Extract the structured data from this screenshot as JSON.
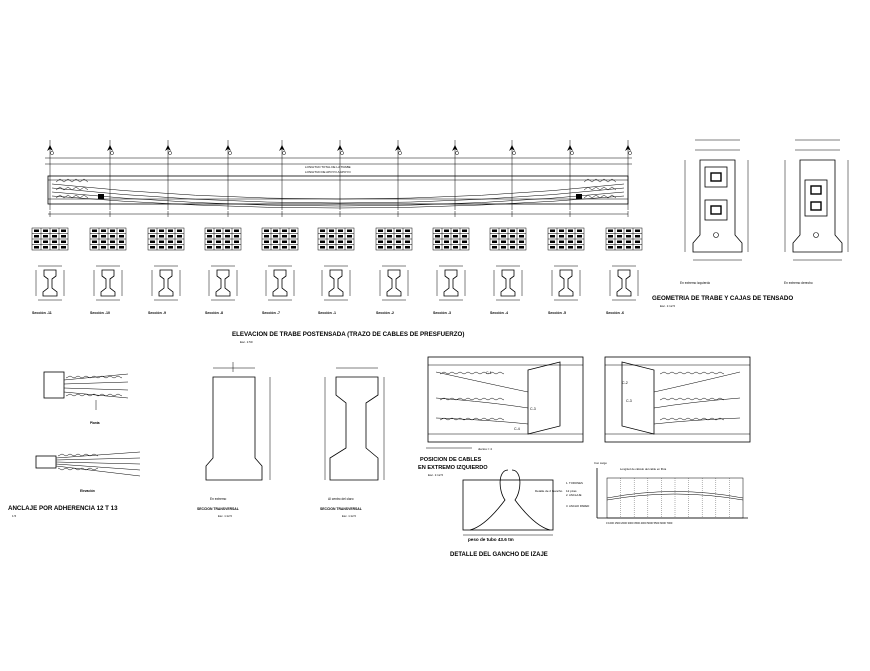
{
  "elevation": {
    "title": "ELEVACION DE TRABE POSTENSADA (TRAZO DE CABLES DE PRESFUERZO)",
    "scale": "Esc. 1:50",
    "center_note_1": "LONGITUD TOTAL DE LA TRABE",
    "center_note_2": "LONGITUD DE APOYO A APOYO"
  },
  "sections": [
    "Sección -11",
    "Sección -10",
    "Sección -9",
    "Sección -8",
    "Sección -7",
    "Sección -1",
    "Sección -2",
    "Sección -3",
    "Sección -4",
    "Sección -5",
    "Sección -6"
  ],
  "geometry": {
    "title": "GEOMETRIA DE TRABE Y CAJAS DE TENSADO",
    "scale": "Esc. 1:12.5",
    "left_label": "En extremo izquierdo",
    "right_label": "En extremo derecho"
  },
  "anchor": {
    "plan_label": "Planta",
    "elev_label": "Elevación",
    "title": "ANCLAJE POR ADHERENCIA 12 T 13",
    "scale": "1:5"
  },
  "sec_end": {
    "label": "En extremo",
    "sub": "SECCION TRANSVERSAL",
    "scale": "Esc. 1:12.5"
  },
  "sec_center": {
    "label": "Al centro del claro",
    "sub": "SECCION TRANSVERSAL",
    "scale": "Esc. 1:12.5"
  },
  "cables": {
    "title_1": "POSICION DE CABLES",
    "title_2": "EN EXTREMO IZQUIERDO",
    "scale": "Esc. 1:12.5",
    "ducto": "ductos = 4"
  },
  "hook": {
    "tube": "peso de tubo 43.6 tm",
    "title": "DETALLE DEL GANCHO DE IZAJE",
    "note": "Detalle de 2 Gancho",
    "qty": "12 pzas"
  },
  "graph": {
    "legend": [
      "1. TORONES",
      "2. ANCLAJE",
      "3. ANCHO PARED"
    ],
    "top_note": "Longitud de cálculo del cable en fibra",
    "y_label": "Con cargo",
    "axis": "0    1000  1500  2000  3000  3500  4000  5000  5500  6000  7000"
  },
  "colors": {
    "ink": "#000000",
    "paper": "#ffffff"
  }
}
